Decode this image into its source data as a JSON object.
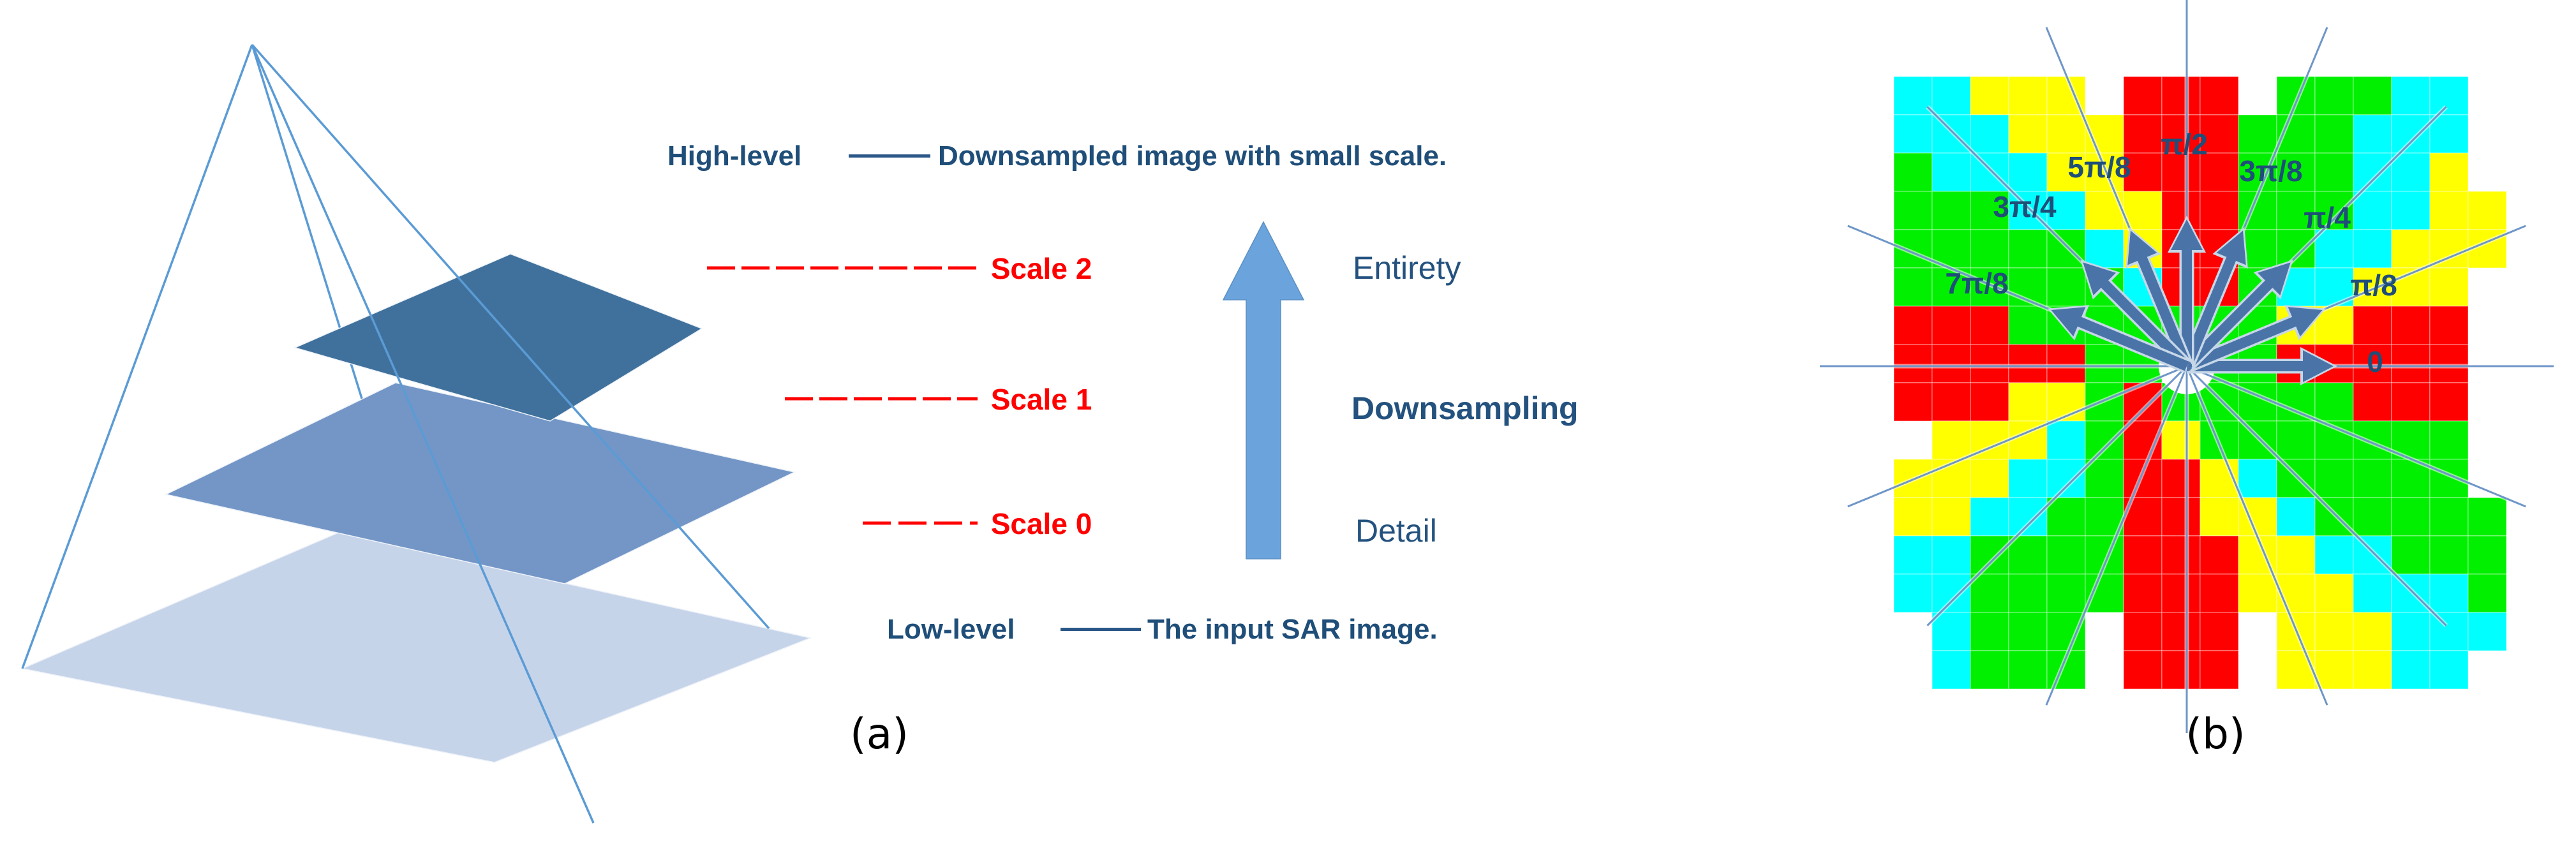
{
  "colors": {
    "navy_text": "#1f4e79",
    "red_accent": "#ff0000",
    "wireframe_blue": "#5b9bd5",
    "pyramid_top": "#40719c",
    "pyramid_middle": "#7396c6",
    "pyramid_bottom": "#c6d4ea",
    "panel_a_arrow_fill": "#6ba3dc",
    "ray_blue": "#6e96c8",
    "orientation_arrow_fill": "#4a74a8",
    "cell_red": "#ff0000",
    "cell_green": "#00f000",
    "cell_cyan": "#00ffff",
    "cell_yellow": "#ffff00"
  },
  "panel_a": {
    "caption": "(a)",
    "high_level_label": "High-level",
    "high_level_desc": "Downsampled image with small scale.",
    "scale_labels": [
      "Scale 2",
      "Scale 1",
      "Scale 0"
    ],
    "arrow_label_top": "Entirety",
    "arrow_label_middle": "Downsampling",
    "arrow_label_bottom": "Detail",
    "low_level_label": "Low-level",
    "low_level_desc": "The input SAR image."
  },
  "panel_b": {
    "caption": "(b)",
    "angle_labels": [
      "0",
      "π/8",
      "π/4",
      "3π/8",
      "π/2",
      "5π/8",
      "3π/4",
      "7π/8"
    ],
    "arrow_angles_deg": [
      0,
      22.5,
      45,
      67.5,
      90,
      112.5,
      135,
      157.5
    ],
    "ray_angles_deg": [
      0,
      22.5,
      45,
      67.5,
      90,
      112.5,
      135,
      157.5
    ],
    "grid": {
      "legend": {
        "R": "#ff0000",
        "G": "#00f000",
        "C": "#00ffff",
        "Y": "#ffff00",
        "W": "none"
      },
      "rows": [
        "CCYYYWRRRWGGGCCW",
        "CCCYYYRRRGGGCCCW",
        "GCCCYYRRRGGGCCYW",
        "GGGCCYYRRGGGCCYY",
        "GGGGGCYRRGGCCYYY",
        "GGGGGGCRRGCCYYYW",
        "RRRGGGGGGGYYRRRW",
        "RRRRRGGWGGRRRRRW",
        "RRRYYGRGGGGGRRRW",
        "WYYYCGRYGGGGGGGW",
        "YYYCCGRRYCGGGGGW",
        "YYCCGGRRYYCGGGGG",
        "CCGGGGRRRYYCCGGG",
        "CCGGGGRRRYYYCCCG",
        "WCGGGWRRRWYYYCCC",
        "WCGGGWRRRWYYYCCW"
      ]
    }
  }
}
